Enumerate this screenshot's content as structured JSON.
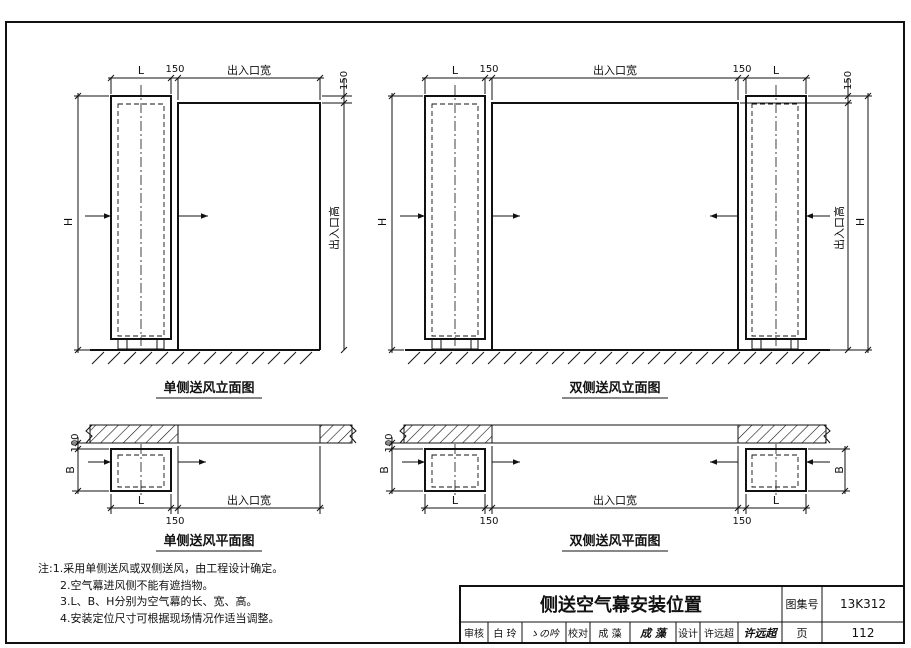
{
  "labels": {
    "L": "L",
    "H": "H",
    "B": "B",
    "d150": "150",
    "d100": "100",
    "opening_width": "出入口宽",
    "opening_height": "出入口高"
  },
  "captions": {
    "single_elev": "单侧送风立面图",
    "double_elev": "双侧送风立面图",
    "single_plan": "单侧送风平面图",
    "double_plan": "双侧送风平面图"
  },
  "notes": {
    "prefix": "注:",
    "items": [
      "1.采用单侧送风或双侧送风，由工程设计确定。",
      "2.空气幕进风侧不能有遮挡物。",
      "3.L、B、H分别为空气幕的长、宽、高。",
      "4.安装定位尺寸可根据现场情况作适当调整。"
    ]
  },
  "title_block": {
    "title": "侧送空气幕安装位置",
    "atlas_label": "图集号",
    "atlas_no": "13K312",
    "page_label": "页",
    "page_no": "112",
    "review_label": "审核",
    "reviewer": "白  玲",
    "reviewer_sig": "ゝの吟",
    "check_label": "校对",
    "checker": "成  藻",
    "checker_sig": "成 藻",
    "design_label": "设计",
    "designer": "许远超",
    "designer_sig": "许远超"
  }
}
